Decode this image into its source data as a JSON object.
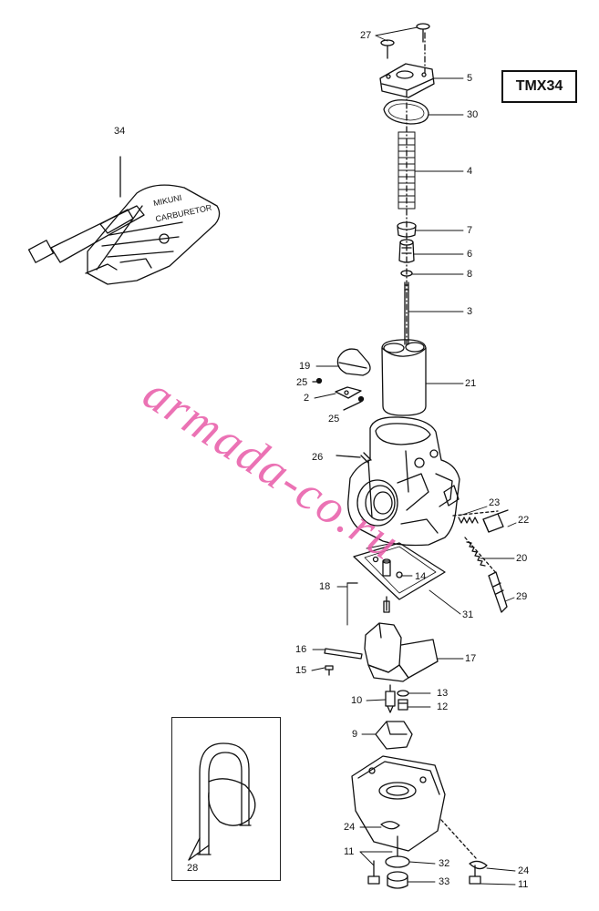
{
  "model": "TMX34",
  "watermark": "armada-co.ru",
  "tool_label_lines": [
    "MIKUNI",
    "CARBURETOR"
  ],
  "callouts": [
    {
      "id": "27",
      "text": "27"
    },
    {
      "id": "5",
      "text": "5"
    },
    {
      "id": "30",
      "text": "30"
    },
    {
      "id": "4",
      "text": "4"
    },
    {
      "id": "7",
      "text": "7"
    },
    {
      "id": "6",
      "text": "6"
    },
    {
      "id": "8",
      "text": "8"
    },
    {
      "id": "3",
      "text": "3"
    },
    {
      "id": "34",
      "text": "34"
    },
    {
      "id": "19",
      "text": "19"
    },
    {
      "id": "25a",
      "text": "25"
    },
    {
      "id": "2",
      "text": "2"
    },
    {
      "id": "25b",
      "text": "25"
    },
    {
      "id": "21",
      "text": "21"
    },
    {
      "id": "26",
      "text": "26"
    },
    {
      "id": "23",
      "text": "23"
    },
    {
      "id": "22",
      "text": "22"
    },
    {
      "id": "20",
      "text": "20"
    },
    {
      "id": "14",
      "text": "14"
    },
    {
      "id": "18",
      "text": "18"
    },
    {
      "id": "29",
      "text": "29"
    },
    {
      "id": "31",
      "text": "31"
    },
    {
      "id": "16",
      "text": "16"
    },
    {
      "id": "17",
      "text": "17"
    },
    {
      "id": "15",
      "text": "15"
    },
    {
      "id": "13",
      "text": "13"
    },
    {
      "id": "10",
      "text": "10"
    },
    {
      "id": "12",
      "text": "12"
    },
    {
      "id": "9",
      "text": "9"
    },
    {
      "id": "24a",
      "text": "24"
    },
    {
      "id": "11a",
      "text": "11"
    },
    {
      "id": "32",
      "text": "32"
    },
    {
      "id": "33",
      "text": "33"
    },
    {
      "id": "28",
      "text": "28"
    },
    {
      "id": "24b",
      "text": "24"
    },
    {
      "id": "11b",
      "text": "11"
    }
  ]
}
